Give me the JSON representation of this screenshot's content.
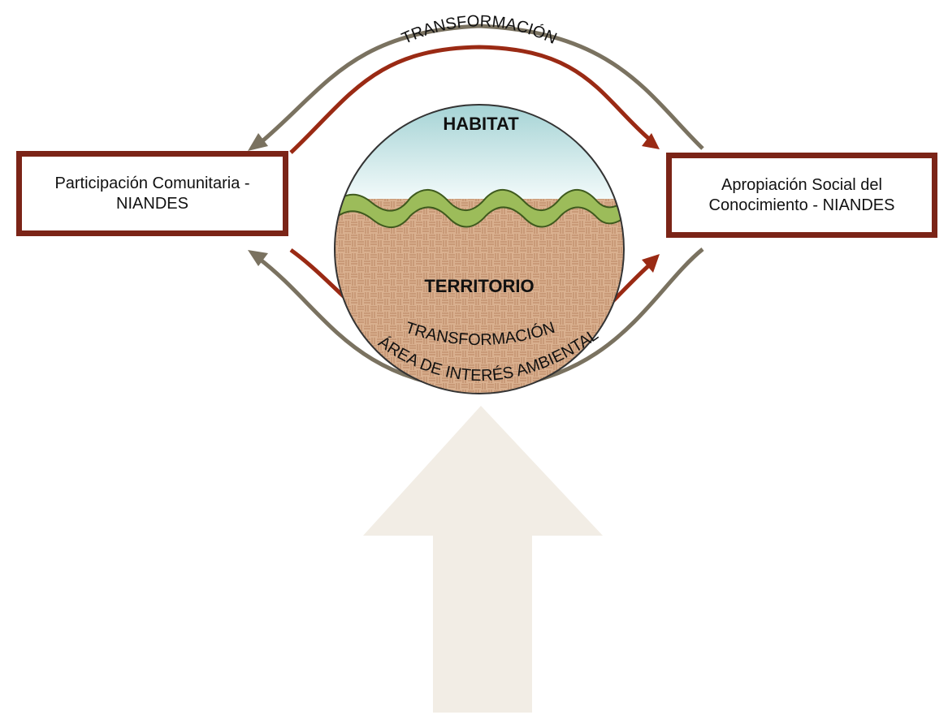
{
  "diagram": {
    "left_box": {
      "line1": "Participación Comunitaria -",
      "line2": "NIANDES"
    },
    "right_box": {
      "line1": "Apropiación Social del",
      "line2": "Conocimiento - NIANDES"
    },
    "circle": {
      "top_label": "HABITAT",
      "bottom_label": "TERRITORIO"
    },
    "arc_top_label": "TRANSFORMACIÓN",
    "arc_bottom_label": "TRANSFORMACIÓN",
    "arc_outer_label": "ÁREA DE INTERÉS AMBIENTAL"
  },
  "colors": {
    "box_border": "#7b2417",
    "red_arrow": "#9a2a14",
    "gray_arrow": "#7a7260",
    "sky": "#a9d6d8",
    "grass": "#9cbc5a",
    "soil": "#d7ab88",
    "big_arrow": "#f2ede5"
  }
}
